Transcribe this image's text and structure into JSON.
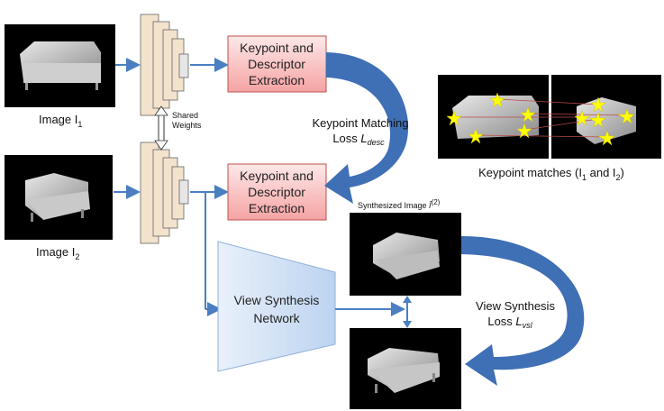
{
  "images": {
    "image1_label": "Image I",
    "image1_sub": "1",
    "image2_label": "Image I",
    "image2_sub": "2"
  },
  "encoder": {
    "shared_weights_line1": "Shared",
    "shared_weights_line2": "Weights"
  },
  "boxes": {
    "kde_top_line1": "Keypoint and",
    "kde_top_line2": "Descriptor",
    "kde_top_line3": "Extraction",
    "kde_bottom_line1": "Keypoint and",
    "kde_bottom_line2": "Descriptor",
    "kde_bottom_line3": "Extraction",
    "view_synth_line1": "View Synthesis",
    "view_synth_line2": "Network"
  },
  "losses": {
    "desc_line1": "Keypoint Matching",
    "desc_line2_prefix": "Loss ",
    "desc_symbol": "L",
    "desc_subscript": "desc",
    "vsl_line1": "View Synthesis",
    "vsl_line2_prefix": "Loss ",
    "vsl_symbol": "L",
    "vsl_subscript": "vsl"
  },
  "matches": {
    "caption_prefix": "Keypoint matches (I",
    "caption_sub1": "1",
    "caption_mid": " and I",
    "caption_sub2": "2",
    "caption_suffix": ")"
  },
  "synth": {
    "caption_prefix": "Synthesized Image ",
    "caption_symbol": "Î",
    "caption_sup": "(2)"
  },
  "colors": {
    "box_fill_top": "#fde3e3",
    "box_fill_bottom": "#f5a3a3",
    "box_stroke": "#c0504d",
    "vsn_fill": "#cfe0f6",
    "loss_arrow": "#3f6fb5",
    "connector": "#4a7fc1",
    "encoder_fill": "#f3e2cc",
    "star": "#ffff00"
  }
}
